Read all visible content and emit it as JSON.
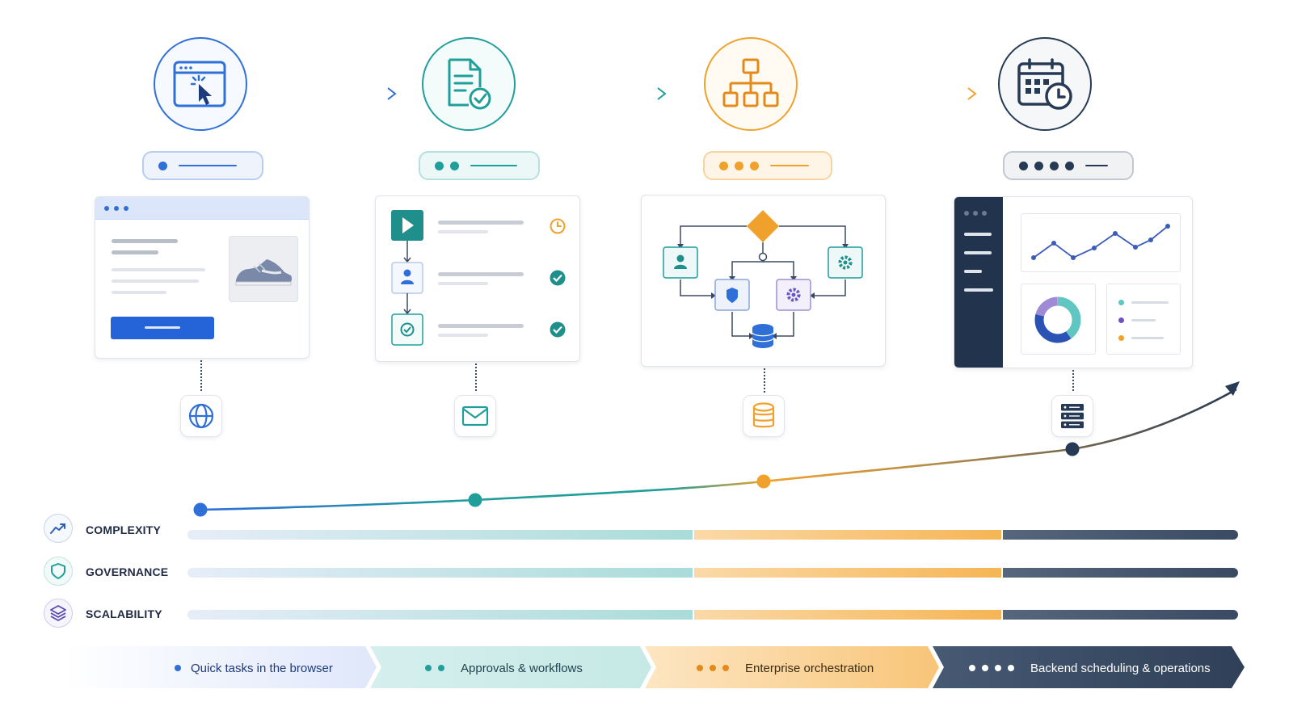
{
  "stages": [
    {
      "key": "browser",
      "color": "#2f6fd8",
      "label": "Quick tasks in the browser",
      "stage_icon": "browser-cursor-icon",
      "connector_icon": "globe-icon"
    },
    {
      "key": "workflows",
      "color": "#1f9e9a",
      "label": "Approvals & workflows",
      "stage_icon": "document-check-icon",
      "connector_icon": "mail-icon"
    },
    {
      "key": "orchestration",
      "color": "#f0a12c",
      "label": "Enterprise orchestration",
      "stage_icon": "org-hierarchy-icon",
      "connector_icon": "database-icon"
    },
    {
      "key": "scheduling",
      "color": "#263a55",
      "label": "Backend scheduling & operations",
      "stage_icon": "calendar-clock-icon",
      "connector_icon": "server-icon"
    }
  ],
  "metrics": [
    {
      "label": "COMPLEXITY",
      "icon": "trend-up-icon"
    },
    {
      "label": "GOVERNANCE",
      "icon": "shield-icon"
    },
    {
      "label": "SCALABILITY",
      "icon": "layers-icon"
    }
  ],
  "colors": {
    "blue": "#2f6fd8",
    "teal": "#1f9e9a",
    "orange": "#f0a12c",
    "navy": "#263a55"
  }
}
